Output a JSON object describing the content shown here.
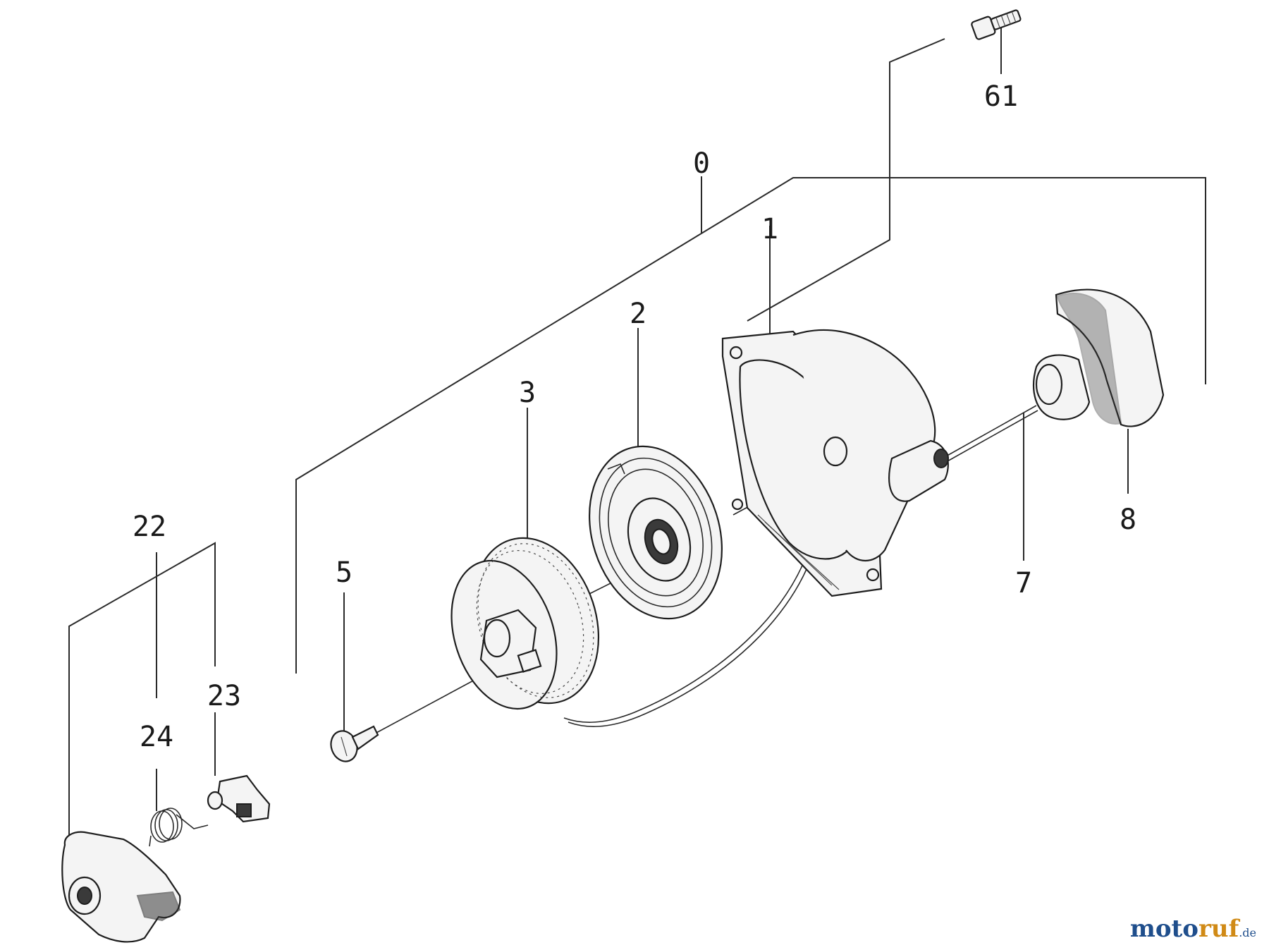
{
  "callouts": {
    "c0": "0",
    "c1": "1",
    "c2": "2",
    "c3": "3",
    "c5": "5",
    "c7": "7",
    "c8": "8",
    "c22": "22",
    "c23": "23",
    "c24": "24",
    "c61": "61"
  },
  "watermark": {
    "part1": "moto",
    "part2": "ruf",
    "suffix": ".de"
  }
}
